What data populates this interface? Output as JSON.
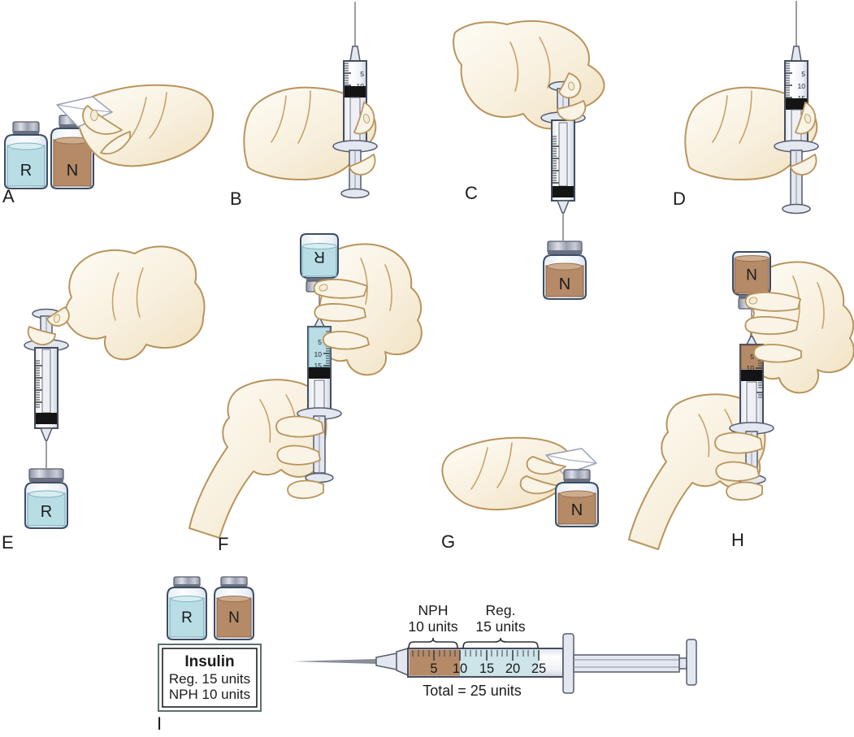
{
  "colors": {
    "background": "#ffffff",
    "outline": "#474c5e",
    "vial_outline": "#3c4d66",
    "skin": "#f8f0df",
    "skin_outline": "#b9945c",
    "regular_insulin": "#b9dde5",
    "regular_insulin_pale": "#cde4e9",
    "nph_insulin": "#b48a67",
    "stopper_black": "#141414",
    "metal_cap": "#9aa0af",
    "hardware_gray": "#e3e7f0",
    "label_text": "#1b1b1b"
  },
  "panels": {
    "a": {
      "letter": "A",
      "vial_r": "R",
      "vial_n": "N"
    },
    "b": {
      "letter": "B",
      "scale": [
        "5",
        "10"
      ]
    },
    "c": {
      "letter": "C",
      "vial_n": "N"
    },
    "d": {
      "letter": "D",
      "scale": [
        "5",
        "10",
        "15"
      ]
    },
    "e": {
      "letter": "E",
      "vial_r": "R"
    },
    "f": {
      "letter": "F",
      "vial_r": "R",
      "scale": [
        "5",
        "10",
        "15"
      ]
    },
    "g": {
      "letter": "G",
      "vial_n": "N"
    },
    "h": {
      "letter": "H",
      "vial_n": "N",
      "scale": [
        "5",
        "10"
      ]
    },
    "i": {
      "letter": "I",
      "vial_r": "R",
      "vial_n": "N",
      "order_box": {
        "title": "Insulin",
        "line_reg": "Reg. 15 units",
        "line_nph": "NPH 10 units"
      },
      "syringe_scale": [
        "5",
        "10",
        "15",
        "20",
        "25"
      ],
      "nph_annotation": [
        "NPH",
        "10 units"
      ],
      "reg_annotation": [
        "Reg.",
        "15 units"
      ],
      "total_label": "Total = 25 units"
    }
  }
}
